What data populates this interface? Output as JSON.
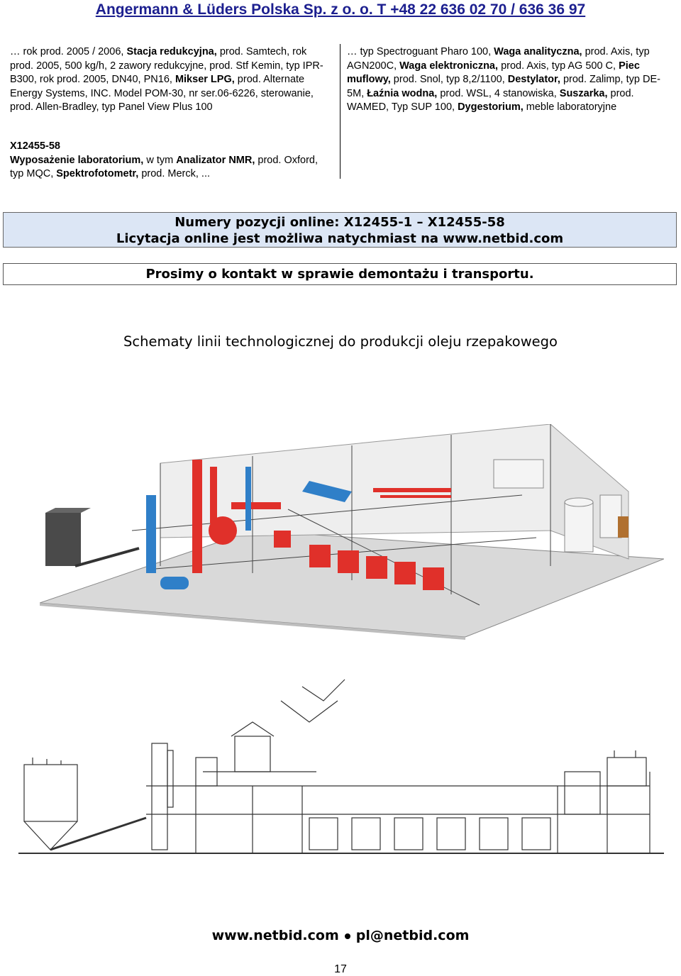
{
  "header": {
    "text": "Angermann & Lüders Polska Sp. z o. o. T +48 22 636 02 70 / 636 36 97"
  },
  "left_column": {
    "p1": "… rok prod. 2005 / 2006,",
    "p1_bold": "Stacja redukcyjna,",
    "p2": "prod. Samtech, rok prod. 2005, 500 kg/h, 2 zawory redukcyjne, prod. Stf Kemin, typ IPR-B300, rok prod. 2005, DN40, PN16,",
    "p2_bold": "Mikser LPG,",
    "p3": "prod. Alternate Energy Systems, INC. Model POM-30, nr ser.06-6226, sterowanie, prod. Allen-Bradley, typ Panel View Plus 100"
  },
  "lot": {
    "number": "X12455-58",
    "title_bold": "Wyposażenie laboratorium,",
    "t1": "w tym",
    "t1_bold": "Analizator NMR,",
    "t2": "prod. Oxford, typ MQC,",
    "t2_bold": "Spektrofotometr,",
    "t3": "prod. Merck, ..."
  },
  "right_column": {
    "r1": "… typ Spectroguant Pharo 100,",
    "r1_bold": "Waga analityczna,",
    "r2": "prod. Axis, typ AGN200C,",
    "r2_bold": "Waga elektroniczna,",
    "r3": "prod. Axis, typ AG 500 C,",
    "r3_bold": "Piec muflowy,",
    "r4": "prod. Snol, typ 8,2/1100,",
    "r4_bold": "Destylator,",
    "r5": "prod. Zalimp, typ DE-5M,",
    "r5_bold": "Łaźnia wodna,",
    "r6": "prod. WSL, 4 stanowiska,",
    "r6_bold": "Suszarka,",
    "r7": "prod. WAMED, Typ SUP 100,",
    "r7_bold": "Dygestorium,",
    "r8": "meble laboratoryjne"
  },
  "online_box": {
    "line1": "Numery pozycji online: X12455-1 – X12455-58",
    "line2": "Licytacja online jest możliwa natychmiast na www.netbid.com"
  },
  "contact_box": {
    "text": "Prosimy o kontakt w sprawie demontażu i transportu."
  },
  "schematic_title": "Schematy linii technologicznej do produkcji oleju rzepakowego",
  "footer": {
    "site": "www.netbid.com",
    "email": "pl@netbid.com"
  },
  "page_number": "17",
  "colors": {
    "header": "#1c1f8f",
    "box_fill": "#dce6f5",
    "equipment_red": "#e0302a",
    "equipment_blue": "#2f7fc8"
  }
}
